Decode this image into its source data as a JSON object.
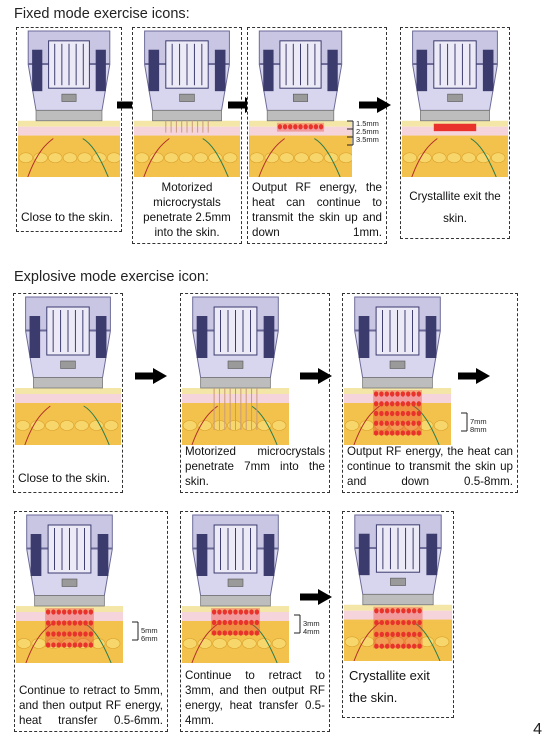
{
  "sections": {
    "fixed_title": "Fixed mode exercise icons:",
    "explosive_title": "Explosive mode exercise icon:"
  },
  "fixed_steps": [
    {
      "caption": "Close to the skin."
    },
    {
      "caption": "Motorized microcrystals penetrate 2.5mm into the skin."
    },
    {
      "caption": "Output RF energy, the heat can continue to transmit the skin up and down 1mm."
    },
    {
      "caption": "Crystallite exit the skin."
    }
  ],
  "fixed_depths": [
    "1.5mm",
    "2.5mm",
    "3.5mm"
  ],
  "explosive_steps": [
    {
      "caption": "Close to the skin."
    },
    {
      "caption": "Motorized microcrystals penetrate 7mm into the skin."
    },
    {
      "caption": "Output RF energy, the heat can continue to transmit the skin up and down 0.5-8mm."
    },
    {
      "caption": "Continue to retract to 5mm, and then output RF energy, heat transfer 0.5-6mm."
    },
    {
      "caption": "Continue to retract to 3mm, and then output RF energy, heat transfer 0.5-4mm."
    },
    {
      "caption": "Crystallite exit the skin."
    }
  ],
  "explosive_depths": {
    "step3": [
      "7mm",
      "8mm"
    ],
    "step4": [
      "5mm",
      "6mm"
    ],
    "step5": [
      "3mm",
      "4mm"
    ]
  },
  "page_number": "4",
  "colors": {
    "device_body": "#c9c6e4",
    "device_dark": "#3b3b6e",
    "skin_top": "#f6d4dc",
    "skin_mid": "#f2c24d",
    "rf_red": "#e8322b"
  }
}
